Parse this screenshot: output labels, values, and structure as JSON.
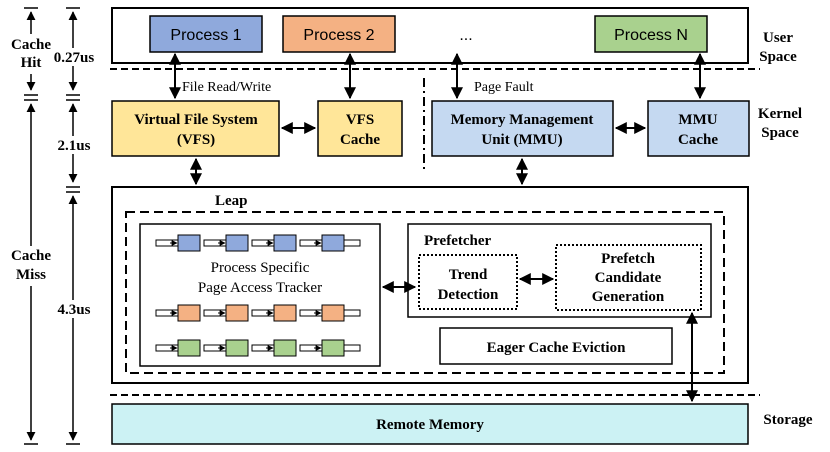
{
  "left_axis": {
    "cache_hit_label": [
      "Cache",
      "Hit"
    ],
    "cache_miss_label": [
      "Cache",
      "Miss"
    ],
    "latency_user": "0.27us",
    "latency_kernel": "2.1us",
    "latency_leap": "4.3us"
  },
  "right_labels": {
    "user_space": [
      "User",
      "Space"
    ],
    "kernel_space": [
      "Kernel",
      "Space"
    ],
    "storage": "Storage"
  },
  "user_space": {
    "process_1": "Process 1",
    "process_2": "Process 2",
    "ellipsis": "...",
    "process_n": "Process N"
  },
  "connector_labels": {
    "file_read_write": "File Read/Write",
    "page_fault": "Page Fault"
  },
  "kernel_space": {
    "vfs": [
      "Virtual File System",
      "(VFS)"
    ],
    "vfs_cache": [
      "VFS",
      "Cache"
    ],
    "mmu": [
      "Memory Management",
      "Unit (MMU)"
    ],
    "mmu_cache": [
      "MMU",
      "Cache"
    ]
  },
  "leap": {
    "title": "Leap",
    "tracker": [
      "Process Specific",
      "Page Access Tracker"
    ],
    "prefetcher_title": "Prefetcher",
    "trend_detection": [
      "Trend",
      "Detection"
    ],
    "prefetch_candidate": [
      "Prefetch",
      "Candidate",
      "Generation"
    ],
    "eager_eviction": "Eager Cache Eviction"
  },
  "storage": {
    "remote_memory": "Remote Memory"
  },
  "colors": {
    "process_1": "#8fa9dc",
    "process_2": "#f4b183",
    "process_n": "#a9d18e",
    "vfs_fill": "#ffe699",
    "mmu_fill": "#c5d9f1",
    "remote_memory_fill": "#ccf2f4",
    "tracker_blue": "#8fa9dc",
    "tracker_orange": "#f4b183",
    "tracker_green": "#a9d18e"
  }
}
